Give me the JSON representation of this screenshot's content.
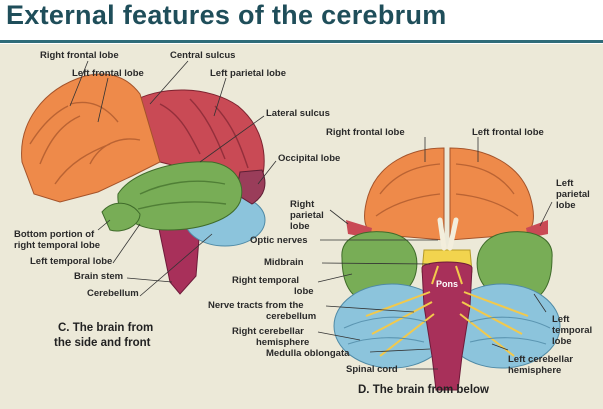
{
  "title": "External features of the cerebrum",
  "side_view": {
    "caption_line1": "C. The brain from",
    "caption_line2": "the side and front",
    "labels": {
      "right_frontal_lobe": "Right frontal lobe",
      "left_frontal_lobe": "Left frontal lobe",
      "central_sulcus": "Central sulcus",
      "left_parietal_lobe": "Left parietal lobe",
      "lateral_sulcus": "Lateral sulcus",
      "occipital_lobe": "Occipital lobe",
      "bottom_temporal_1": "Bottom portion of",
      "bottom_temporal_2": "right temporal lobe",
      "left_temporal_lobe": "Left temporal lobe",
      "brain_stem": "Brain stem",
      "cerebellum": "Cerebellum"
    }
  },
  "bottom_view": {
    "caption": "D. The brain from below",
    "labels": {
      "right_frontal_lobe": "Right frontal lobe",
      "left_frontal_lobe": "Left frontal lobe",
      "left_parietal_1": "Left",
      "left_parietal_2": "parietal",
      "left_parietal_3": "lobe",
      "right_parietal_1": "Right",
      "right_parietal_2": "parietal",
      "right_parietal_3": "lobe",
      "optic_nerves": "Optic nerves",
      "midbrain": "Midbrain",
      "right_temporal_1": "Right temporal",
      "right_temporal_2": "lobe",
      "pons": "Pons",
      "nerve_tracts_1": "Nerve tracts from the",
      "nerve_tracts_2": "cerebellum",
      "right_cerebellar_1": "Right cerebellar",
      "right_cerebellar_2": "hemisphere",
      "medulla": "Medulla oblongata",
      "spinal_cord": "Spinal cord",
      "left_temporal_1": "Left",
      "left_temporal_2": "temporal",
      "left_temporal_3": "lobe",
      "left_cerebellar_1": "Left cerebellar",
      "left_cerebellar_2": "hemisphere"
    }
  },
  "colors": {
    "frontal": "#ee8a4a",
    "parietal": "#c94a55",
    "temporal": "#78ad56",
    "occipital": "#9a3d5a",
    "cerebellum": "#8cc4dc",
    "brainstem": "#a8305a",
    "background": "#ece9d8",
    "title": "#1f4e5a"
  }
}
